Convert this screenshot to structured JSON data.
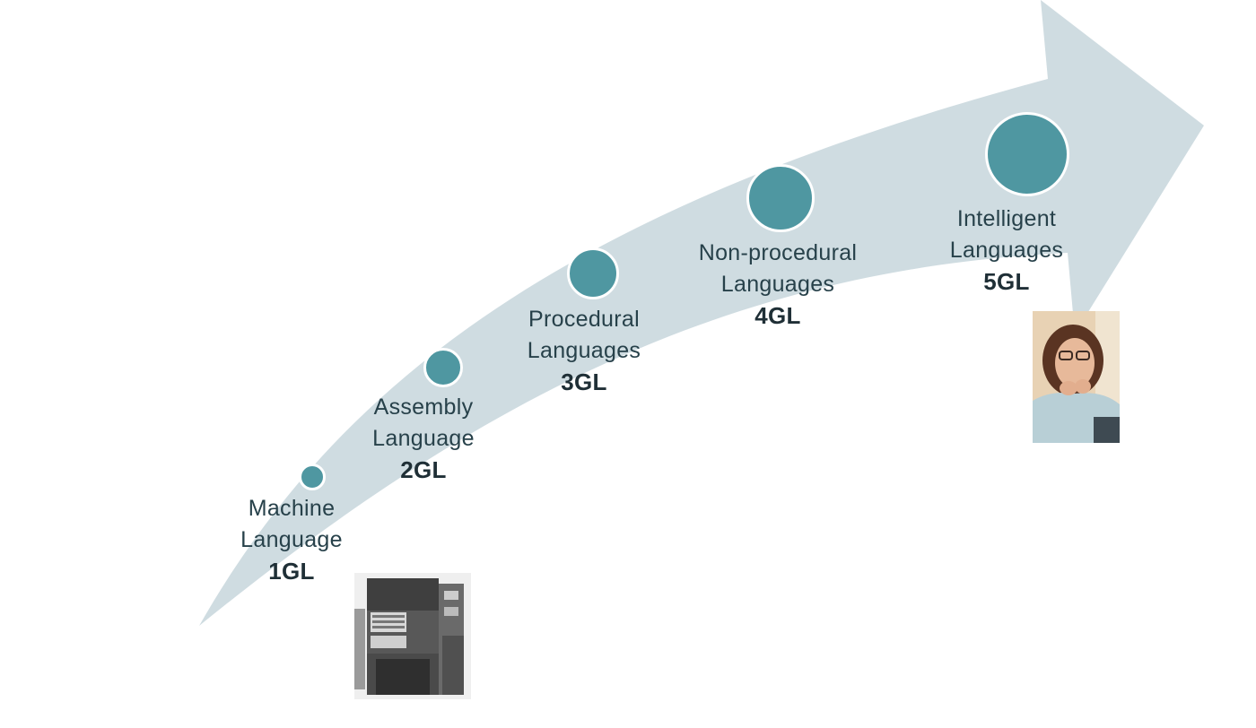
{
  "steps": [
    {
      "line1": "Machine",
      "line2": "Language",
      "gen": "1GL"
    },
    {
      "line1": "Assembly",
      "line2": "Language",
      "gen": "2GL"
    },
    {
      "line1": "Procedural",
      "line2": "Languages",
      "gen": "3GL"
    },
    {
      "line1": "Non-procedural",
      "line2": "Languages",
      "gen": "4GL"
    },
    {
      "line1": "Intelligent",
      "line2": "Languages",
      "gen": "5GL"
    }
  ],
  "colors": {
    "arrow": "#cfdce1",
    "node": "#4f97a1",
    "text": "#27414a"
  },
  "icons": {
    "start_image": "mainframe-computer-icon",
    "end_image": "person-thinking-icon"
  }
}
